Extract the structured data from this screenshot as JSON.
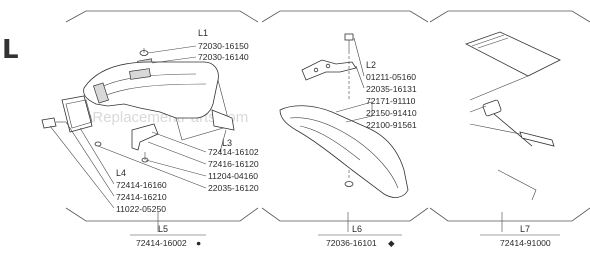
{
  "diagram": {
    "page_letter": "L",
    "watermark": "eReplacementParts.com",
    "groups": [
      {
        "section": "L1",
        "parts": [
          "72030-16150",
          "72030-16140"
        ]
      },
      {
        "section": "L2",
        "parts": [
          "01211-05160",
          "22035-16131",
          "72171-91110",
          "22150-91410",
          "22100-91561"
        ]
      },
      {
        "section": "L3",
        "parts": [
          "72414-16102",
          "72416-16120",
          "11204-04160",
          "22035-16120"
        ]
      },
      {
        "section": "L4",
        "parts": [
          "72414-16160",
          "72414-16210",
          "11022-05250"
        ]
      }
    ],
    "assemblies": [
      {
        "section": "L5",
        "part": "72414-16002",
        "symbol": "●"
      },
      {
        "section": "L6",
        "part": "72036-16101",
        "symbol": "◆"
      },
      {
        "section": "L7",
        "part": "72414-91000",
        "symbol": ""
      }
    ]
  }
}
